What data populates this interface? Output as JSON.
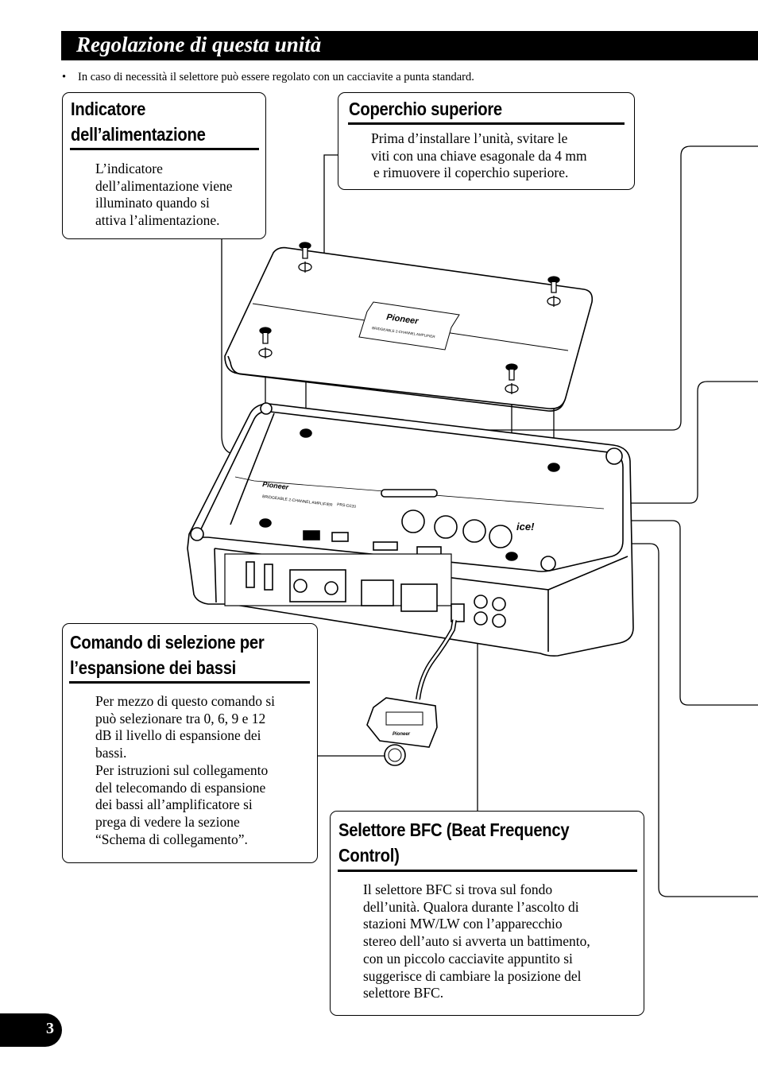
{
  "header": {
    "title": "Regolazione di questa unità"
  },
  "note": {
    "bullet": "•",
    "text": "In caso di necessità il selettore può essere regolato con un cacciavite a punta standard."
  },
  "callouts": {
    "power": {
      "title_line1": "Indicatore",
      "title_line2": "dell’alimentazione",
      "body": [
        "L’indicatore",
        "dell’alimentazione viene",
        "illuminato quando si",
        "attiva l’alimentazione."
      ]
    },
    "cover": {
      "title": "Coperchio superiore",
      "body": [
        "Prima d’installare l’unità, svitare le",
        "viti con una chiave esagonale da 4 mm",
        "e rimuovere il coperchio superiore."
      ]
    },
    "bass": {
      "title_line1": "Comando di selezione per",
      "title_line2": "l’espansione dei bassi",
      "body": [
        "Per mezzo di questo comando si",
        "può selezionare tra 0, 6, 9 e 12",
        "dB il livello di espansione dei",
        "bassi.",
        "Per istruzioni sul collegamento",
        "del telecomando di espansione",
        "dei bassi all’amplificatore si",
        "prega di vedere la sezione",
        "“Schema di collegamento”."
      ]
    },
    "bfc": {
      "title_line1": "Selettore BFC (Beat Frequency",
      "title_line2": "Control)",
      "body": [
        "Il selettore BFC si trova sul fondo",
        "dell’unità. Qualora durante l’ascolto di",
        "stazioni MW/LW con l’apparecchio",
        "stereo dell’auto si avverta un battimento,",
        "con un piccolo cacciavite appuntito si",
        "suggerisce di cambiare la posizione del",
        "selettore BFC."
      ]
    }
  },
  "illustration": {
    "cover_brand": "Pioneer",
    "cover_caption": "BRIDGEABLE 2-CHANNEL AMPLIFIER",
    "panel_brand": "Pioneer",
    "panel_caption": "BRIDGEABLE 2-CHANNEL AMPLIFIER",
    "panel_model": "PRS-D220",
    "panel_logo": "ice!",
    "remote_brand": "Pioneer",
    "icons": [
      "hex-screw-icon",
      "amplifier-illustration",
      "bass-remote-knob-icon"
    ]
  },
  "footer": {
    "page_number": "3"
  }
}
